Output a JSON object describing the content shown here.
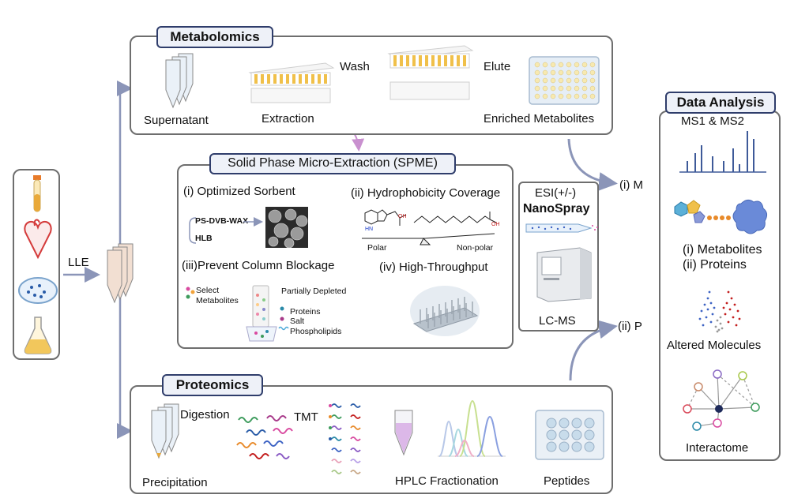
{
  "colors": {
    "arrow": "#8b95b8",
    "pill_border": "#2f3d6b",
    "pill_fill": "#eef1f8",
    "panel_border": "#6e6e6e",
    "pink_arrow": "#c990cf",
    "bar": "#3e5a99"
  },
  "left": {
    "lle": "LLE"
  },
  "metabolomics": {
    "title": "Metabolomics",
    "supernatant": "Supernatant",
    "extraction": "Extraction",
    "wash": "Wash",
    "elute": "Elute",
    "enriched": "Enriched Metabolites"
  },
  "spme": {
    "title": "Solid Phase Micro-Extraction (SPME)",
    "sorbent": "(i) Optimized Sorbent",
    "psdvb": "PS-DVB-WAX",
    "hlb": "HLB",
    "hydro": "(ii) Hydrophobicity Coverage",
    "polar": "Polar",
    "nonpolar": "Non-polar",
    "blockage": "(iii)Prevent Column Blockage",
    "select": "Select",
    "metabolites": "Metabolites",
    "partially": "Partially Depleted",
    "proteins": "Proteins",
    "salt": "Salt",
    "phospho": "Phospholipids",
    "throughput": "(iv) High-Throughput"
  },
  "ms": {
    "esi": "ESI(+/-)",
    "nano": "NanoSpray",
    "lcms": "LC-MS",
    "im": "(i) M",
    "iip": "(ii) P"
  },
  "proteomics": {
    "title": "Proteomics",
    "digestion": "Digestion",
    "tmt": "TMT",
    "precipitation": "Precipitation",
    "hplc": "HPLC Fractionation",
    "peptides": "Peptides"
  },
  "data_analysis": {
    "title": "Data Analysis",
    "ms12": "MS1 & MS2",
    "metab": "(i) Metabolites",
    "prot": "(ii) Proteins",
    "altered": "Altered Molecules",
    "interactome": "Interactome"
  }
}
